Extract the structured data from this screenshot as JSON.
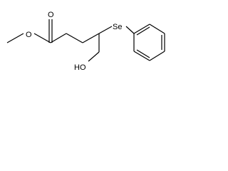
{
  "molecule": {
    "atom_labels": {
      "carbonyl_oxygen": "O",
      "ester_oxygen": "O",
      "selenium": "Se",
      "hydroxyl": "HO"
    },
    "bond_color": "#000000",
    "background": "#ffffff"
  }
}
